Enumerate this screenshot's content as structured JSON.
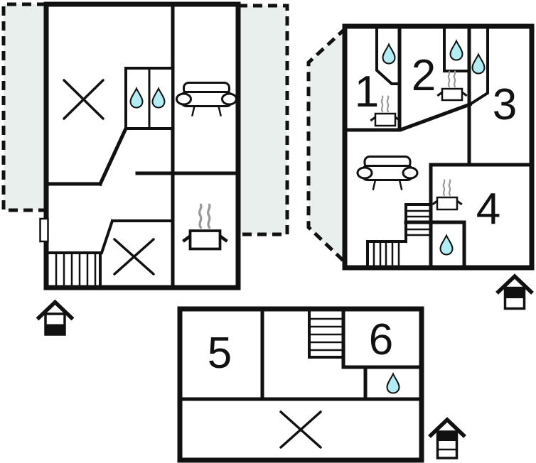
{
  "palette": {
    "wall": "#111111",
    "room_fill": "#ffffff",
    "terrace_fill": "#e8efec",
    "water_drop_fill": "#b2ecf5",
    "steam": "#999999",
    "background": "#ffffff"
  },
  "room_labels": {
    "room1": "1",
    "room2": "2",
    "room3": "3",
    "room4": "4",
    "room5": "5",
    "room6": "6"
  },
  "icon_names": {
    "water_drop": "water-drop-icon",
    "stove": "stove-pot-steam-icon",
    "sofa": "sofa-icon",
    "stairs": "stairs-icon",
    "cross_mark": "crossed-room-icon",
    "entrance_door": "entrance-door-icon",
    "terrace": "terrace-dashed-area",
    "house_level_lower": "house-level-lower-icon",
    "house_level_upper": "house-level-upper-icon",
    "house_level_top": "house-level-top-icon"
  }
}
